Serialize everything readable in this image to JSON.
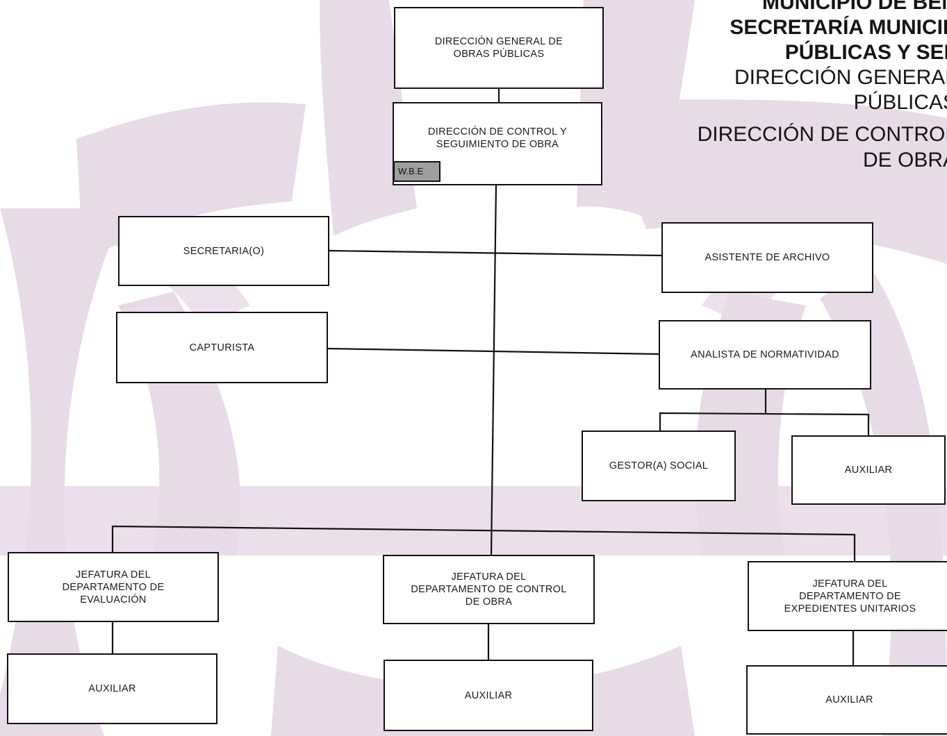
{
  "header": {
    "line1": "MUNICIPIO DE BEN",
    "line2": "SECRETARÍA MUNICIP",
    "line3": "PÚBLICAS Y SEF",
    "line4": "DIRECCIÓN GENERAL",
    "line5": "PÚBLICAS",
    "line6": "DIRECCIÓN DE CONTROL",
    "line7": "DE OBRA"
  },
  "nodes": {
    "direccion_general": "DIRECCIÓN GENERAL DE\nOBRAS PÚBLICAS",
    "direccion_control": "DIRECCIÓN DE CONTROL Y\nSEGUIMIENTO DE OBRA",
    "secretaria": "SECRETARIA(O)",
    "asistente_archivo": "ASISTENTE DE ARCHIVO",
    "capturista": "CAPTURISTA",
    "analista_normatividad": "ANALISTA DE NORMATIVIDAD",
    "gestor_social": "GESTOR(A) SOCIAL",
    "auxiliar_analista": "AUXILIAR",
    "jefatura_evaluacion": "JEFATURA DEL\nDEPARTAMENTO DE\nEVALUACIÓN",
    "jefatura_control_obra": "JEFATURA  DEL\nDEPARTAMENTO DE CONTROL\nDE OBRA",
    "jefatura_expedientes": "JEFATURA DEL\nDEPARTAMENTO DE\nEXPEDIENTES UNITARIOS",
    "auxiliar_evaluacion": "AUXILIAR",
    "auxiliar_control_obra": "AUXILIAR",
    "auxiliar_expedientes": "AUXILIAR"
  },
  "tag": "W.B.E",
  "colors": {
    "watermark": "#e7dbe6",
    "line": "#111111",
    "tag_fill": "#9e9e9e"
  }
}
